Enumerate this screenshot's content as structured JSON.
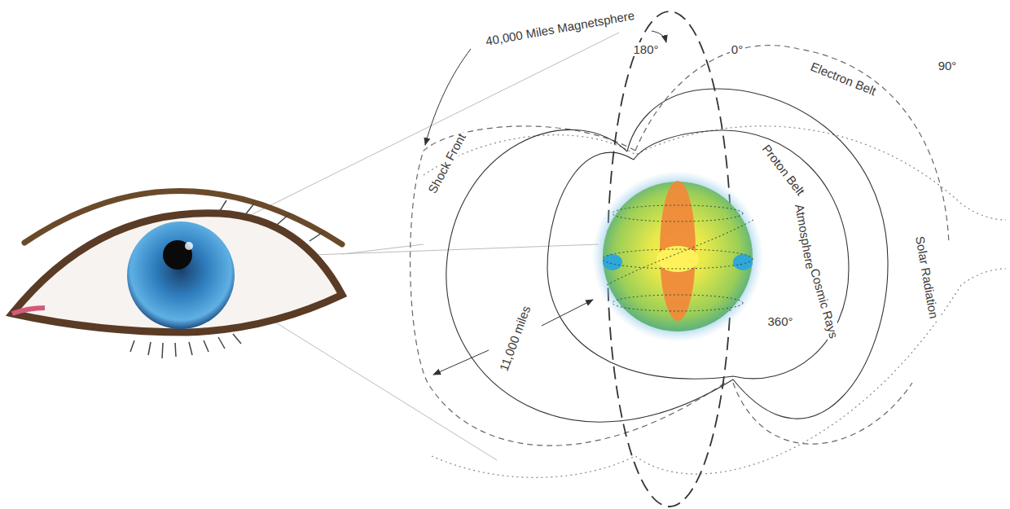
{
  "diagram": {
    "labels": [
      "40,000 Miles Magnetsphere",
      "180°",
      "0°",
      "Electron Belt",
      "Shock Front",
      "Proton Belt",
      "90°",
      "Atmosphere",
      "Cosmic Rays",
      "Solar Radiation",
      "11,000 miles",
      "360°"
    ]
  }
}
